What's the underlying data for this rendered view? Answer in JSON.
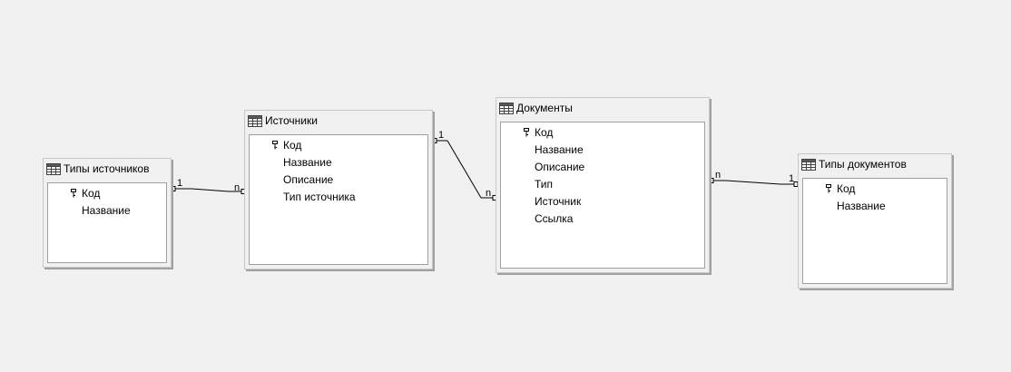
{
  "tables": [
    {
      "id": "tipy-istochnikov",
      "title": "Типы источников",
      "fields": [
        {
          "name": "Код",
          "key": true
        },
        {
          "name": "Название",
          "key": false
        }
      ]
    },
    {
      "id": "istochniki",
      "title": "Источники",
      "fields": [
        {
          "name": "Код",
          "key": true
        },
        {
          "name": "Название",
          "key": false
        },
        {
          "name": "Описание",
          "key": false
        },
        {
          "name": "Тип источника",
          "key": false
        }
      ]
    },
    {
      "id": "dokumenty",
      "title": "Документы",
      "fields": [
        {
          "name": "Код",
          "key": true
        },
        {
          "name": "Название",
          "key": false
        },
        {
          "name": "Описание",
          "key": false
        },
        {
          "name": "Тип",
          "key": false
        },
        {
          "name": "Источник",
          "key": false
        },
        {
          "name": "Ссылка",
          "key": false
        }
      ]
    },
    {
      "id": "tipy-dokumentov",
      "title": "Типы документов",
      "fields": [
        {
          "name": "Код",
          "key": true
        },
        {
          "name": "Название",
          "key": false
        }
      ]
    }
  ],
  "relationships": [
    {
      "from_table": "Типы источников",
      "to_table": "Источники",
      "from_label": "1",
      "to_label": "n"
    },
    {
      "from_table": "Источники",
      "to_table": "Документы",
      "from_label": "1",
      "to_label": "n"
    },
    {
      "from_table": "Документы",
      "to_table": "Типы документов",
      "from_label": "n",
      "to_label": "1"
    }
  ],
  "colors": {
    "background": "#f0f0f0",
    "table_body": "#ffffff",
    "border": "#a0a0a0",
    "line": "#000000"
  },
  "icons": {
    "table": "table-icon",
    "key": "key-icon"
  }
}
